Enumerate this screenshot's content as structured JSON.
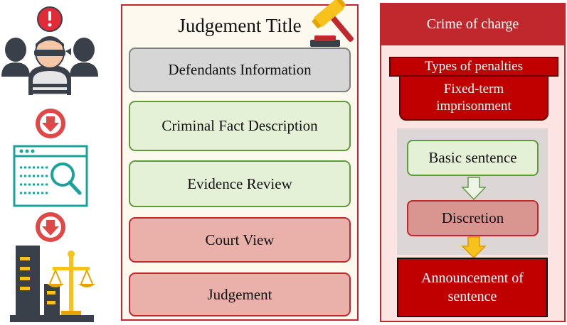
{
  "judgement_document": {
    "title": "Judgement Title",
    "sections": [
      {
        "label": "Defendants Information"
      },
      {
        "label": "Criminal Fact Description"
      },
      {
        "label": "Evidence Review"
      },
      {
        "label": "Court View"
      },
      {
        "label": "Judgement"
      }
    ]
  },
  "sentencing": {
    "header": "Crime of charge",
    "penalty_types_label": "Types of penalties",
    "penalty_value": "Fixed-term imprisonment",
    "steps": [
      "Basic sentence",
      "Discretion"
    ],
    "result": "Announcement of sentence"
  },
  "icons": [
    "defendants-icon",
    "arrow-down-icon",
    "document-search-icon",
    "arrow-down-icon",
    "court-justice-icon",
    "gavel-icon"
  ],
  "colors": {
    "accent_red": "#c0282d",
    "dark_red": "#c00000",
    "green_border": "#5f9a3e",
    "green_fill": "#e5f1d7",
    "grey_fill": "#d6d6d6",
    "pink_fill": "#eab0aa",
    "panel_cream": "#fdf9ee",
    "panel_pink": "#fbe4e1",
    "teal": "#1aa39a",
    "icon_dark": "#3a4049"
  }
}
